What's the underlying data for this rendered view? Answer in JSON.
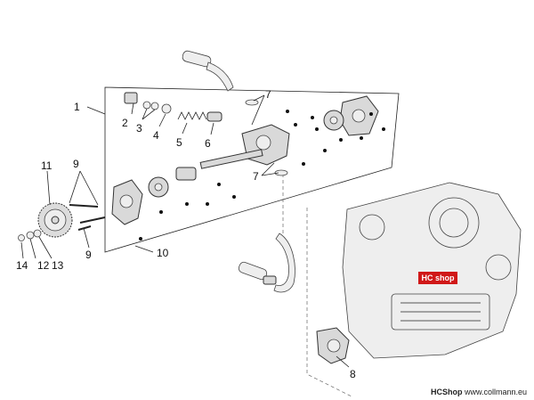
{
  "callouts": [
    "1",
    "2",
    "3",
    "4",
    "5",
    "6",
    "7",
    "7",
    "8",
    "9",
    "9",
    "10",
    "11",
    "12",
    "13",
    "14"
  ],
  "logo": {
    "text": "HC shop"
  },
  "footer": {
    "brand": "HCShop",
    "url": "www.collmann.eu"
  }
}
